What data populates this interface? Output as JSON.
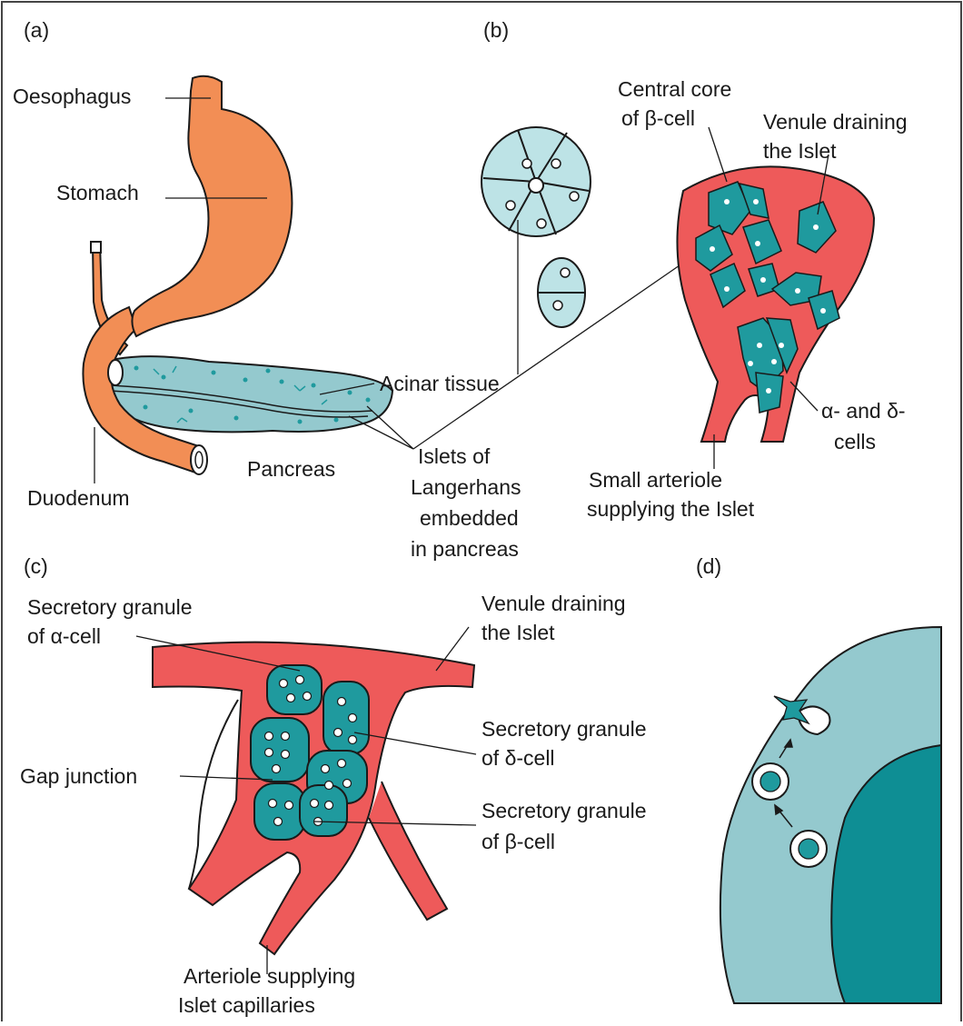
{
  "colors": {
    "organ_orange": "#F28E55",
    "pancreas_teal": "#94C9CE",
    "cell_teal": "#1F9A9E",
    "blood_red": "#EE5A5A",
    "dark_teal": "#0E8E94",
    "light_teal": "#BDE3E6",
    "outline": "#1a1a1a"
  },
  "panels": {
    "a": "(a)",
    "b": "(b)",
    "c": "(c)",
    "d": "(d)"
  },
  "labels_a": {
    "oesophagus": "Oesophagus",
    "stomach": "Stomach",
    "duodenum": "Duodenum",
    "pancreas": "Pancreas",
    "acinar_tissue": "Acinar tissue",
    "islets_l1": "Islets of",
    "islets_l2": "Langerhans",
    "islets_l3": "embedded",
    "islets_l4": "in pancreas"
  },
  "labels_b": {
    "central_core_l1": "Central core",
    "central_core_l2": "of β-cell",
    "venule_l1": "Venule draining",
    "venule_l2": "the Islet",
    "alpha_delta_l1": "α- and δ-",
    "alpha_delta_l2": "cells",
    "arteriole_l1": "Small arteriole",
    "arteriole_l2": "supplying the Islet"
  },
  "labels_c": {
    "granule_alpha_l1": "Secretory granule",
    "granule_alpha_l2": "of α-cell",
    "venule_l1": "Venule draining",
    "venule_l2": "the Islet",
    "granule_delta_l1": "Secretory granule",
    "granule_delta_l2": "of δ-cell",
    "gap_junction": "Gap junction",
    "granule_beta_l1": "Secretory granule",
    "granule_beta_l2": "of β-cell",
    "arteriole_l1": "Arteriole supplying",
    "arteriole_l2": "Islet capillaries"
  }
}
